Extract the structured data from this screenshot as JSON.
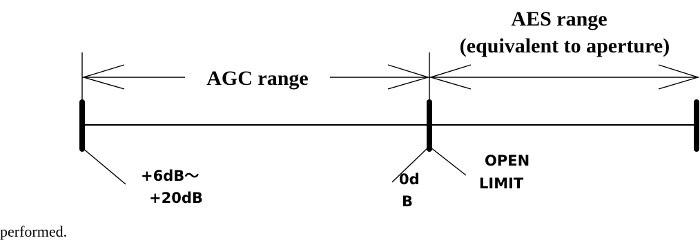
{
  "labels": {
    "agc_range": "AGC range",
    "aes_range_line1": "AES range",
    "aes_range_line2": "(equivalent to aperture)",
    "gain_line1": "+6dB〜",
    "gain_line2": "+20dB",
    "zero_db_line1": "0d",
    "zero_db_line2": "B",
    "open_limit_line1": "OPEN",
    "open_limit_line2": "LIMIT"
  },
  "caption": "performed."
}
